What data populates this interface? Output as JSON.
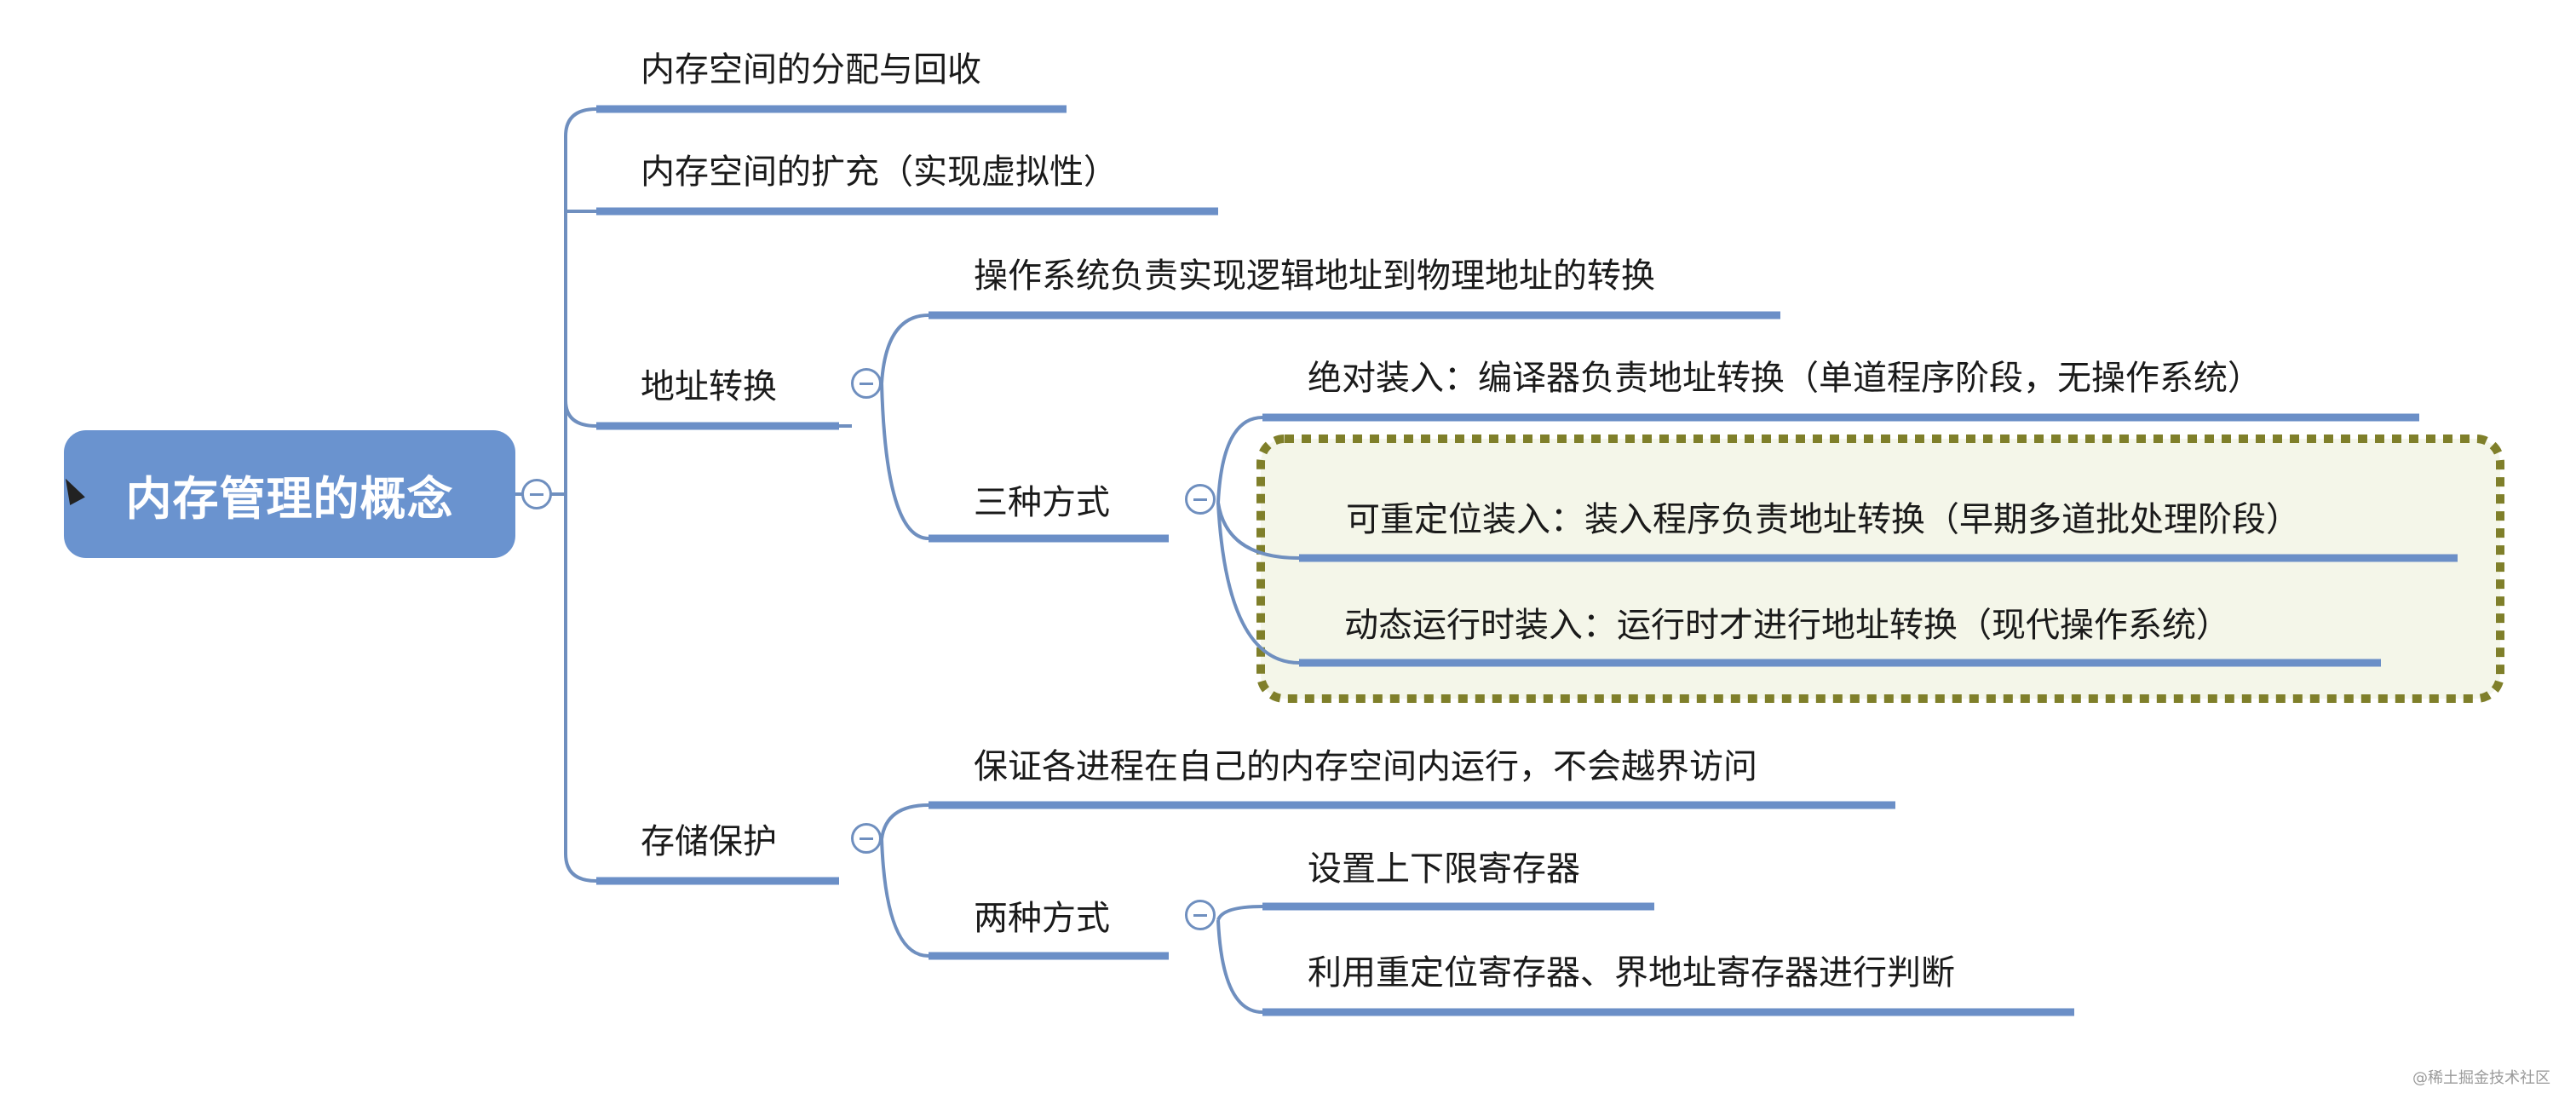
{
  "root": {
    "label": "内存管理的概念"
  },
  "branches": {
    "alloc": "内存空间的分配与回收",
    "expand": "内存空间的扩充（实现虚拟性）",
    "addr": "地址转换",
    "addr_os": "操作系统负责实现逻辑地址到物理地址的转换",
    "addr_three": "三种方式",
    "addr_abs": "绝对装入：编译器负责地址转换（单道程序阶段，无操作系统）",
    "addr_reloc": "可重定位装入：装入程序负责地址转换（早期多道批处理阶段）",
    "addr_dyn": "动态运行时装入：运行时才进行地址转换（现代操作系统）",
    "protect": "存储保护",
    "protect_guarantee": "保证各进程在自己的内存空间内运行，不会越界访问",
    "protect_two": "两种方式",
    "protect_limits": "设置上下限寄存器",
    "protect_reloc": "利用重定位寄存器、界地址寄存器进行判断"
  },
  "watermark": "@稀土掘金技术社区",
  "colors": {
    "root_fill": "#6a93cf",
    "line": "#6f8fbf",
    "underline": "#6b8fc7",
    "highlight_border": "#7f7f2a",
    "highlight_fill": "#f4f6e9"
  }
}
